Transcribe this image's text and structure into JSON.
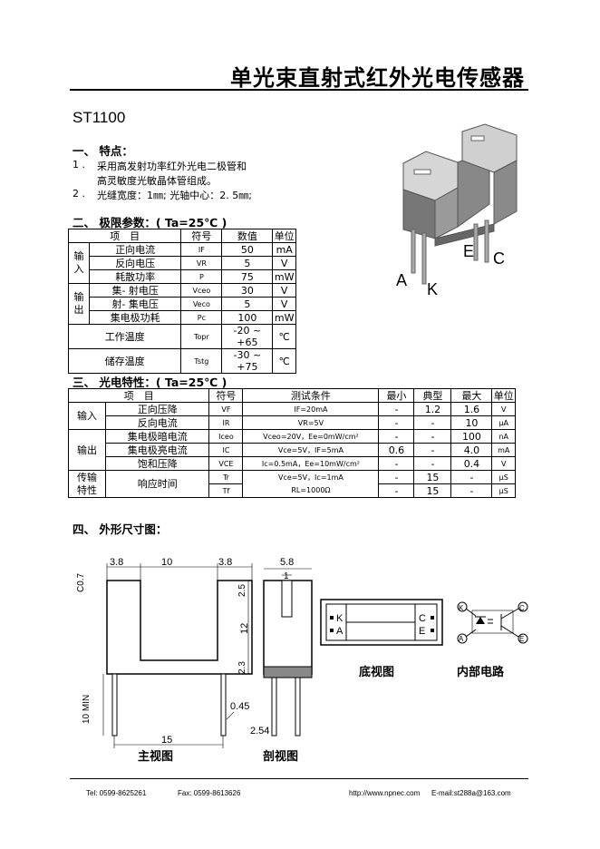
{
  "header": {
    "title": "单光束直射式红外光电传感器",
    "model": "ST1100"
  },
  "features": {
    "heading": "一、 特点：",
    "items": [
      {
        "num": "1 .",
        "line1": "采用高发射功率红外光电二极管和",
        "line2": "高灵敏度光敏晶体管组成。"
      },
      {
        "num": "2 .",
        "line1": "光缝宽度：1㎜; 光轴中心：2. 5㎜;"
      }
    ]
  },
  "package_labels": {
    "a": "A",
    "k": "K",
    "e": "E",
    "c": "C"
  },
  "limits": {
    "heading": "二、 极限参数：( Ta=25℃ )",
    "headers": [
      "项　目",
      "符号",
      "数值",
      "单位"
    ],
    "group_in": "输入",
    "group_out": "输出",
    "rows": [
      {
        "name": "正向电流",
        "sym": "IF",
        "val": "50",
        "unit": "mA"
      },
      {
        "name": "反向电压",
        "sym": "VR",
        "val": "5",
        "unit": "V"
      },
      {
        "name": "耗散功率",
        "sym": "P",
        "val": "75",
        "unit": "mW"
      },
      {
        "name": "集- 射电压",
        "sym": "Vceo",
        "val": "30",
        "unit": "V"
      },
      {
        "name": "射- 集电压",
        "sym": "Veco",
        "val": "5",
        "unit": "V"
      },
      {
        "name": "集电极功耗",
        "sym": "Pc",
        "val": "100",
        "unit": "mW"
      },
      {
        "name": "工作温度",
        "sym": "Topr",
        "val": "-20 ~ +65",
        "unit": "℃"
      },
      {
        "name": "储存温度",
        "sym": "Tstg",
        "val": "-30 ~ +75",
        "unit": "℃"
      }
    ]
  },
  "optical": {
    "heading": "三、 光电特性：( Ta=25℃ )",
    "headers": [
      "项　目",
      "符号",
      "测试条件",
      "最小",
      "典型",
      "最大",
      "单位"
    ],
    "group_in": "输入",
    "group_out": "输出",
    "group_sw": "传输特性",
    "rows": [
      {
        "name": "正向压降",
        "sym": "VF",
        "cond": "IF=20mA",
        "min": "-",
        "typ": "1.2",
        "max": "1.6",
        "unit": "V"
      },
      {
        "name": "反向电流",
        "sym": "IR",
        "cond": "VR=5V",
        "min": "-",
        "typ": "-",
        "max": "10",
        "unit": "μA"
      },
      {
        "name": "集电极暗电流",
        "sym": "Iceo",
        "cond": "Vceo=20V，Ee=0mW/cm²",
        "min": "-",
        "typ": "-",
        "max": "100",
        "unit": "nA"
      },
      {
        "name": "集电极亮电流",
        "sym": "IC",
        "cond": "Vce=5V，IF=5mA",
        "min": "0.6",
        "typ": "-",
        "max": "4.0",
        "unit": "mA"
      },
      {
        "name": "饱和压降",
        "sym": "VCE",
        "cond": "Ic=0.5mA，Ee=10mW/cm²",
        "min": "-",
        "typ": "-",
        "max": "0.4",
        "unit": "V"
      },
      {
        "name": "响应时间",
        "sym": "Tr",
        "cond": "Vce=5V，Ic=1mA",
        "min": "-",
        "typ": "15",
        "max": "-",
        "unit": "μS"
      },
      {
        "name": "",
        "sym": "Tf",
        "cond": "RL=1000Ω",
        "min": "-",
        "typ": "15",
        "max": "-",
        "unit": "μS"
      }
    ]
  },
  "drawing": {
    "heading": "四、 外形尺寸图：",
    "front": {
      "d1": "3.8",
      "d2": "10",
      "d3": "3.8",
      "c": "C0.7",
      "h": "12",
      "top": "2.5",
      "bot": "2.3",
      "lead": "10 MIN",
      "pin": "0.45",
      "w": "15",
      "caption": "主视图"
    },
    "side": {
      "w": "5.8",
      "slit": "1",
      "pitch": "2.54",
      "caption": "剖视图"
    },
    "bottom": {
      "k": "K",
      "a": "A",
      "c": "C",
      "e": "E",
      "caption": "底视图"
    },
    "circuit": {
      "k": "K",
      "a": "A",
      "c": "C",
      "e": "E",
      "caption": "内部电路"
    }
  },
  "footer": {
    "tel": "Tel: 0599-8625261",
    "fax": "Fax: 0599-8613626",
    "web": "http://www.npnec.com",
    "email": "E-mail:st288a@163.com"
  }
}
